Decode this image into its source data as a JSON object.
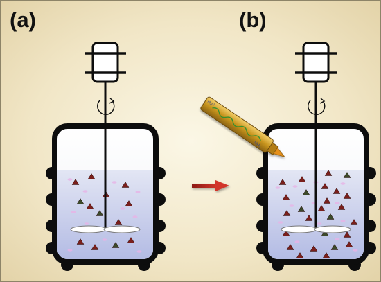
{
  "panels": [
    {
      "id": "a",
      "label": "(a)"
    },
    {
      "id": "b",
      "label": "(b)"
    }
  ],
  "colors": {
    "background": "#f4ead0",
    "vessel_stroke": "#111111",
    "liquid_top": "#dfe3f2",
    "liquid_bottom": "#b7bfe6",
    "particle_fill": "#7a1f1c",
    "particle_alt_fill": "#3c4a2a",
    "arrow": "#c0271f",
    "syringe_body": "#d6a42a",
    "syringe_tip": "#e08a1a"
  },
  "icons": {
    "motor": "motor-icon",
    "rotation": "rotation-arrow-icon",
    "impeller": "impeller-icon",
    "syringe": "syringe-icon",
    "process_arrow": "right-arrow-icon"
  },
  "syringe_text": {
    "left_group": "H₂N",
    "right_group": "NH₂"
  }
}
